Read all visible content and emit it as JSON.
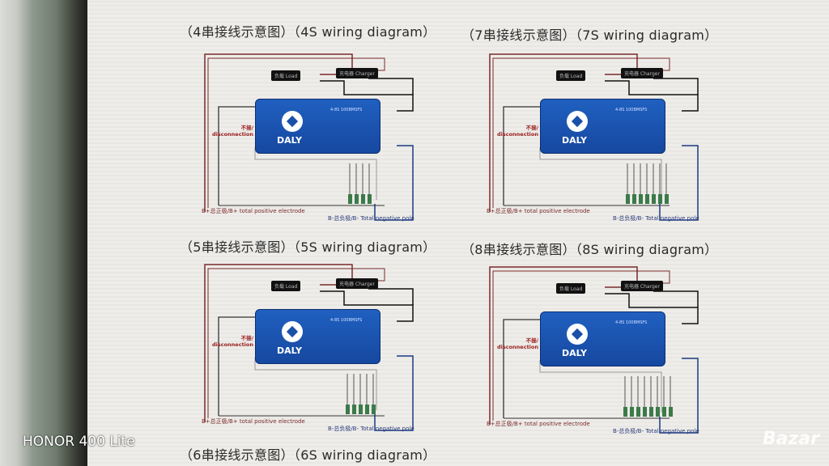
{
  "diagrams": [
    {
      "cn": "（4串接线示意图）",
      "en": "（4S wiring diagram）",
      "cells": 4,
      "load": "负载 Load",
      "charger": "充电器 Charger",
      "disc_cn": "不接/",
      "disc_en": "disconnection",
      "pos": "B+总正极/B+ total positive electrode",
      "neg": "B-总负极/B- Total negative pole",
      "model": "4-8S 100BMSFS"
    },
    {
      "cn": "（7串接线示意图）",
      "en": "（7S wiring diagram）",
      "cells": 7,
      "load": "负载 Load",
      "charger": "充电器 Charger",
      "disc_cn": "不接/",
      "disc_en": "disconnection",
      "pos": "B+总正极/B+ total positive electrode",
      "neg": "B-总负极/B- Total negative pole",
      "model": "4-8S 100BMSFS"
    },
    {
      "cn": "（5串接线示意图）",
      "en": "（5S wiring diagram）",
      "cells": 5,
      "load": "负载 Load",
      "charger": "充电器 Charger",
      "disc_cn": "不接/",
      "disc_en": "disconnection",
      "pos": "B+总正极/B+ total positive electrode",
      "neg": "B-总负极/B- Total negative pole",
      "model": "4-8S 100BMSFS"
    },
    {
      "cn": "（8串接线示意图）",
      "en": "（8S wiring diagram）",
      "cells": 8,
      "load": "负载 Load",
      "charger": "充电器 Charger",
      "disc_cn": "不接/",
      "disc_en": "disconnection",
      "pos": "B+总正极/B+ total positive electrode",
      "neg": "B-总负极/B- Total negative pole",
      "model": "4-8S 100BMSFS"
    },
    {
      "cn": "（6串接线示意图）",
      "en": "（6S wiring diagram）"
    }
  ],
  "brand": "DALY",
  "watermark_left": "HONOR 400 Lite",
  "watermark_right": "Bazar"
}
